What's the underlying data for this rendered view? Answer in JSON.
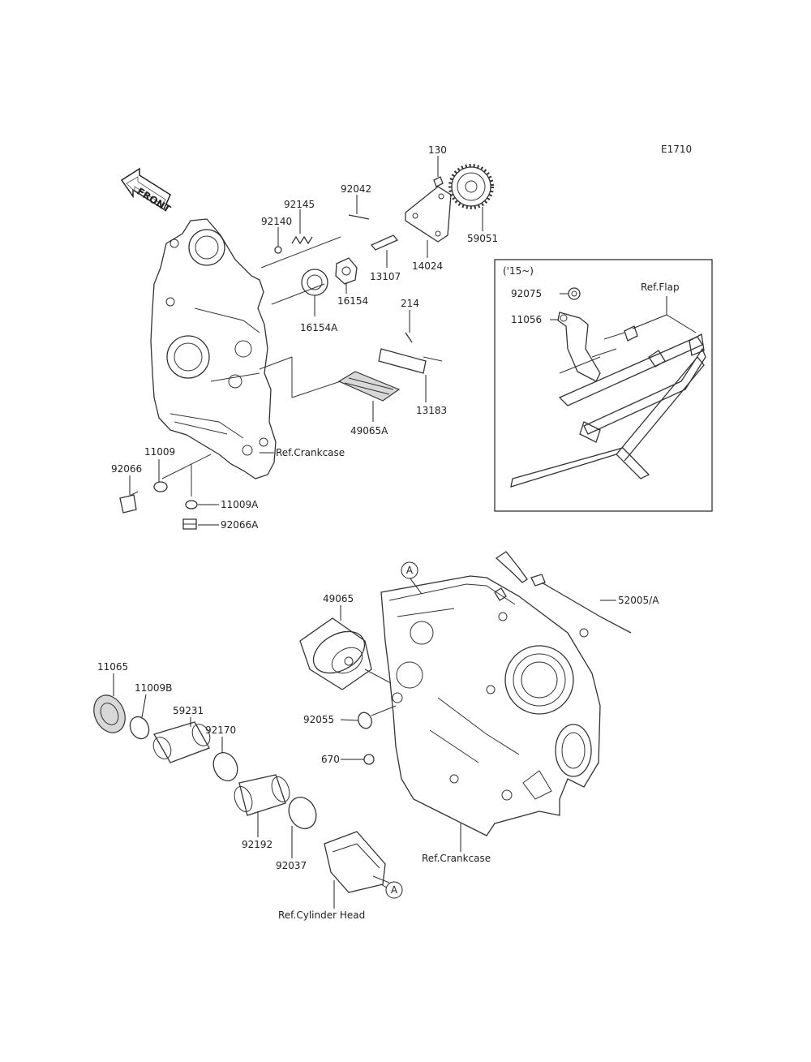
{
  "diagram_code": "E1710",
  "front_arrow": {
    "text": "FRONT"
  },
  "inset": {
    "title": "('15~)",
    "ref_flap": "Ref.Flap",
    "parts": [
      "92075",
      "11056"
    ]
  },
  "markers": {
    "a1": "A",
    "a2": "A"
  },
  "refs": {
    "crankcase_upper": "Ref.Crankcase",
    "crankcase_lower": "Ref.Crankcase",
    "cylinder_head": "Ref.Cylinder Head"
  },
  "parts": {
    "p130": "130",
    "p92042": "92042",
    "p92145": "92145",
    "p92140": "92140",
    "p59051": "59051",
    "p13107": "13107",
    "p14024": "14024",
    "p16154": "16154",
    "p16154A": "16154A",
    "p214": "214",
    "p13183": "13183",
    "p49065A": "49065A",
    "p11009": "11009",
    "p92066": "92066",
    "p11009A": "11009A",
    "p92066A": "92066A",
    "p52005A": "52005/A",
    "p49065": "49065",
    "p11065": "11065",
    "p11009B": "11009B",
    "p59231": "59231",
    "p92170": "92170",
    "p92055": "92055",
    "p670": "670",
    "p92192": "92192",
    "p92037": "92037"
  }
}
